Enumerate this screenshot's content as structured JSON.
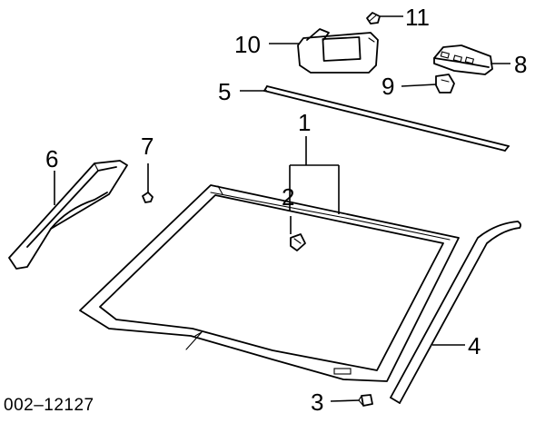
{
  "diagram": {
    "document_number": "002‒12127",
    "callouts": {
      "c1": "1",
      "c2": "2",
      "c3": "3",
      "c4": "4",
      "c5": "5",
      "c6": "6",
      "c7": "7",
      "c8": "8",
      "c9": "9",
      "c10": "10",
      "c11": "11"
    }
  }
}
